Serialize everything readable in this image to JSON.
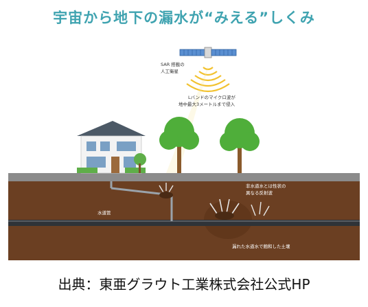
{
  "title": "宇宙から地下の漏水が“みえる”しくみ",
  "labels": {
    "satellite_line1": "SAR 搭載の",
    "satellite_line2": "人工衛星",
    "microwave_line1": "Lバンドのマイクロ波が",
    "microwave_line2": "地中最大3メートルまで侵入",
    "reflection_line1": "非水道水とは性状の",
    "reflection_line2": "異なる反射波",
    "pipe": "水道管",
    "soil": "漏れた水道水で飽和した土壌"
  },
  "caption": "出典：東亜グラウト工業株式会社公式HP",
  "colors": {
    "title": "#3fa3b0",
    "soil": "#6b3f22",
    "sky_ground_band": "#8b8b8b",
    "pipe": "#2f3338",
    "wave": "#f2c230",
    "tree": "#4fae3a"
  },
  "icons": [
    "satellite-icon",
    "house-icon",
    "tree-icon",
    "leak-spray-icon",
    "wave-arcs-icon"
  ]
}
